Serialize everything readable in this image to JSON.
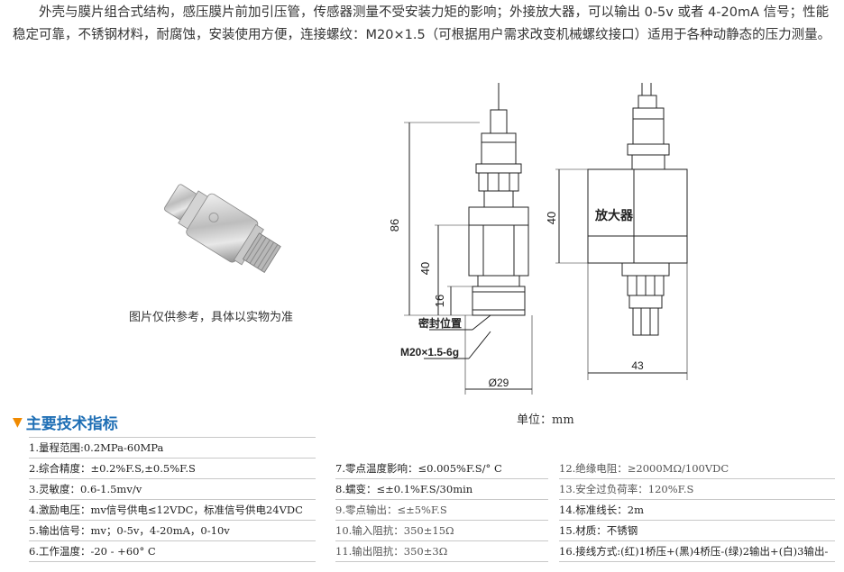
{
  "intro": {
    "paragraph": "外壳与膜片组合式结构，感压膜片前加引压管，传感器测量不受安装力矩的影响；外接放大器，可以输出 0-5v 或者 4-20mA 信号；性能稳定可靠，不锈钢材料，耐腐蚀，安装使用方便，连接螺纹：M20×1.5（可根据用户需求改变机械螺纹接口）适用于各种动静态的压力测量。"
  },
  "photo": {
    "caption": "图片仅供参考，具体以实物为准"
  },
  "drawing": {
    "dim_86": "86",
    "dim_40_left": "40",
    "dim_16": "16",
    "seal_label": "密封位置",
    "thread_label": "M20×1.5-6g",
    "dim_29": "Ø29",
    "dim_40_right": "40",
    "amplifier_label": "放大器",
    "dim_43": "43"
  },
  "unit_label": "单位：mm",
  "section": {
    "title": "主要技术指标",
    "marker": "▼"
  },
  "specs": {
    "col1": [
      "1.量程范围:0.2MPa-60MPa",
      "2.综合精度：±0.2%F.S,±0.5%F.S",
      "3.灵敏度：0.6-1.5mv/v",
      "4.激励电压：mv信号供电≤12VDC，标准信号供电24VDC",
      "5.输出信号：mv；0-5v，4-20mA，0-10v",
      "6.工作温度：-20 - +60° C"
    ],
    "col2": [
      "7.零点温度影响：≤0.005%F.S/° C",
      "8.蠕变：≤±0.1%F.S/30min",
      "9.零点输出：≤±5%F.S",
      "10.输入阻抗：350±15Ω",
      "11.输出阻抗：350±3Ω"
    ],
    "col3": [
      "12.绝缘电阻：≥2000MΩ/100VDC",
      "13.安全过负荷率：120%F.S",
      "14.标准线长：2m",
      "15.材质：不锈钢",
      "16.接线方式:(红)1桥压+(黑)4桥压-(绿)2输出+(白)3输出-"
    ]
  }
}
